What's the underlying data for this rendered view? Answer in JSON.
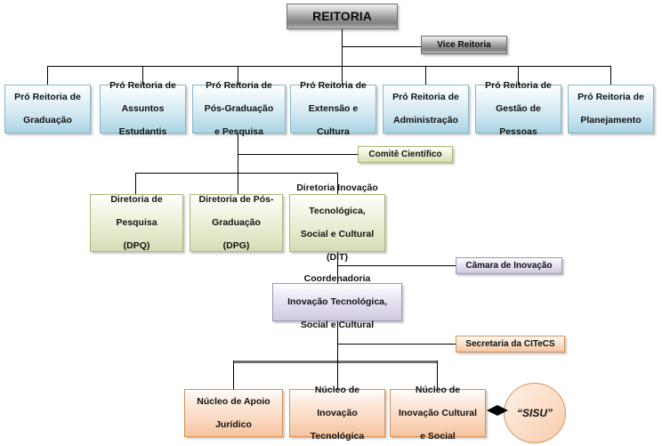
{
  "diagram": {
    "title": "Organograma REITORIA",
    "colors": {
      "grey": "#9b9b9b",
      "blue": "#cfe7f0",
      "green": "#e4ebcd",
      "purple": "#e0daec",
      "orange": "#f9d5bb",
      "line": "#000000",
      "thick_line": "#6d6d6d"
    },
    "nodes": {
      "reitoria": "REITORIA",
      "vice_reitoria": "Vice Reitoria",
      "pro_graduacao": "Pró Reitoria de Graduação",
      "pro_assuntos": "Pró Reitoria de Assuntos Estudantis",
      "pro_posgraduacao": "Pró Reitoria de Pós-Graduação e Pesquisa",
      "pro_extensao": "Pró Reitoria de Extensão e Cultura",
      "pro_administracao": "Pró Reitoria de Administração",
      "pro_gestao": "Pró Reitoria de Gestão de Pessoas",
      "pro_planejamento": "Pró Reitoria de Planejamento",
      "comite_cientifico": "Comitê Científico",
      "diretoria_pesquisa": "Diretoria de Pesquisa (DPQ)",
      "diretoria_posgraduacao": "Diretoria de Pós-Graduação (DPG)",
      "diretoria_inovacao": "Diretoria Inovação Tecnológica, Social e Cultural (DIT)",
      "camara_inovacao": "Câmara de Inovação",
      "coordenadoria": "Coordenadoria Inovação Tecnológica, Social e Cultural",
      "secretaria_citecs": "Secretaria da CITeCS",
      "nucleo_juridico": "Núcleo de Apoio Jurídico",
      "nucleo_tecnologica": "Núcleo de Inovação Tecnológica",
      "nucleo_cultural": "Núcleo de Inovação Cultural e Social",
      "sisu": "“SISU”"
    },
    "node_lines": {
      "reitoria": [
        "REITORIA"
      ],
      "vice_reitoria": [
        "Vice Reitoria"
      ],
      "pro_graduacao": [
        "Pró Reitoria de",
        "Graduação"
      ],
      "pro_assuntos": [
        "Pró Reitoria de",
        "Assuntos",
        "Estudantis"
      ],
      "pro_posgraduacao": [
        "Pró Reitoria de",
        "Pós-Graduação",
        "e Pesquisa"
      ],
      "pro_extensao": [
        "Pró Reitoria de",
        "Extensão e",
        "Cultura"
      ],
      "pro_administracao": [
        "Pró Reitoria de",
        "Administração"
      ],
      "pro_gestao": [
        "Pró Reitoria de",
        "Gestão de",
        "Pessoas"
      ],
      "pro_planejamento": [
        "Pró Reitoria de",
        "Planejamento"
      ],
      "comite_cientifico": [
        "Comitê Científico"
      ],
      "diretoria_pesquisa": [
        "Diretoria de",
        "Pesquisa",
        "(DPQ)"
      ],
      "diretoria_posgraduacao": [
        "Diretoria de Pós-",
        "Graduação",
        "(DPG)"
      ],
      "diretoria_inovacao": [
        "Diretoria Inovação",
        "Tecnológica,",
        "Social e Cultural",
        "(DIT)"
      ],
      "camara_inovacao": [
        "Câmara de Inovação"
      ],
      "coordenadoria": [
        "Coordenadoria",
        "Inovação Tecnológica,",
        "Social e Cultural"
      ],
      "secretaria_citecs": [
        "Secretaria da CITeCS"
      ],
      "nucleo_juridico": [
        "Núcleo de Apoio",
        "Jurídico"
      ],
      "nucleo_tecnologica": [
        "Núcleo de",
        "Inovação",
        "Tecnológica"
      ],
      "nucleo_cultural": [
        "Núcleo de",
        "Inovação Cultural",
        "e Social"
      ],
      "sisu": [
        "“SISU”"
      ]
    }
  }
}
